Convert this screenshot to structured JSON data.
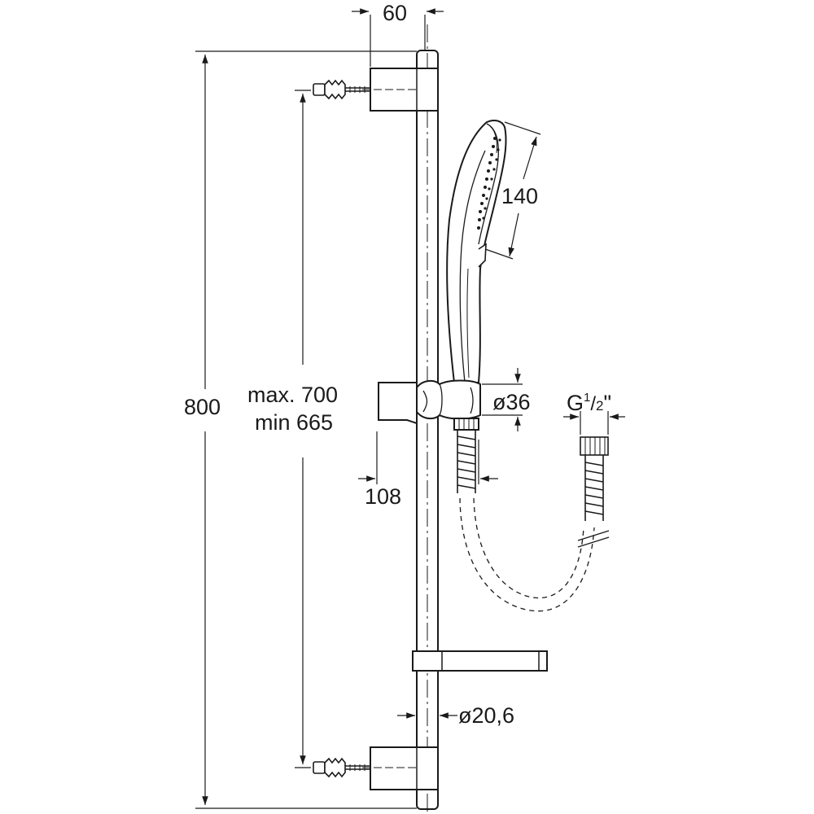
{
  "dimensions": {
    "bracket_offset": "60",
    "total_height": "800",
    "mount_span_max": "max. 700",
    "mount_span_min": "min 665",
    "handshower_length": "140",
    "holder_diameter": "ø36",
    "holder_depth": "108",
    "thread_prefix": "G",
    "thread_num": "1",
    "thread_den": "2",
    "thread_suffix": "\"",
    "rail_diameter": "ø20,6"
  },
  "colors": {
    "line": "#1a1a1a",
    "background": "#ffffff"
  }
}
